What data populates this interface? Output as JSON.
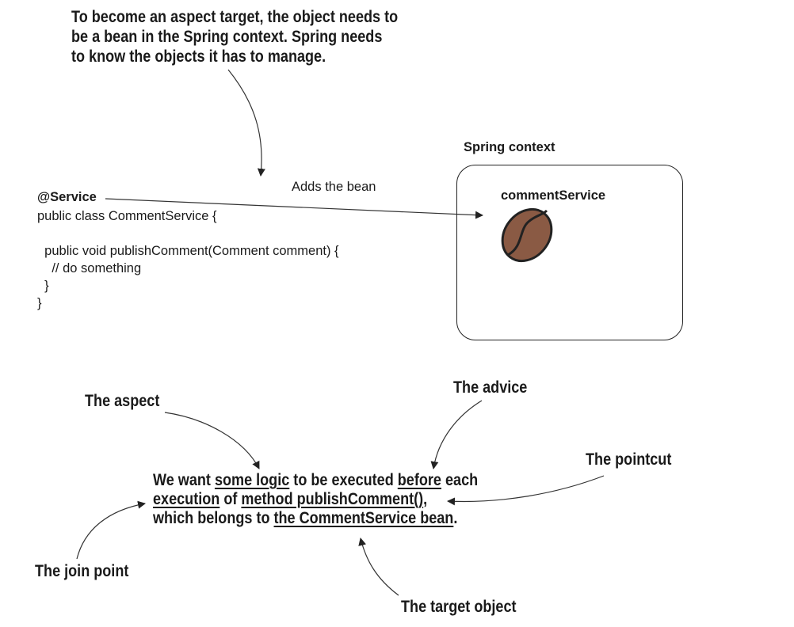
{
  "top_note": {
    "line1": "To become an aspect target, the object needs to",
    "line2": "be a bean in the Spring context. Spring needs",
    "line3": "to know the objects it has to manage."
  },
  "spring_context": {
    "title": "Spring context",
    "bean_name": "commentService",
    "bean_icon": "coffee-bean-icon",
    "bean_colors": {
      "fill": "#8a5a44",
      "outline": "#222222"
    }
  },
  "arrow_label": "Adds the bean",
  "code": {
    "annotation": "@Service",
    "line1": "public class CommentService {",
    "line2": "  public void publishComment(Comment comment) {",
    "line3": "    // do something",
    "line4": "  }",
    "line5": "}"
  },
  "labels": {
    "aspect": "The aspect",
    "advice": "The advice",
    "pointcut": "The pointcut",
    "join_point": "The join point",
    "target_object": "The target object"
  },
  "sentence": {
    "p1": "We want ",
    "u1": "some logic",
    "p2": " to be executed ",
    "u2": "before",
    "p3": " each",
    "u3": "execution",
    "p4": " of ",
    "u4": "method publishComment()",
    "p5": ",",
    "p6": "which belongs to ",
    "u5": "the CommentService bean",
    "p7": "."
  }
}
